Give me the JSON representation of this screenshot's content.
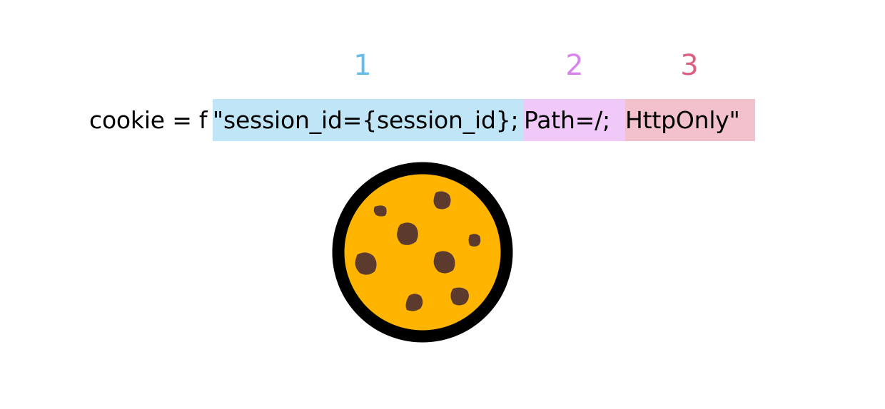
{
  "markers": {
    "one": "1",
    "two": "2",
    "three": "3"
  },
  "code": {
    "prefix": "cookie = f",
    "part1": "\"session_id={session_id}; ",
    "part2": "Path=/; ",
    "part3": "HttpOnly\""
  },
  "colors": {
    "part1_highlight": "#bfe5f7",
    "part2_highlight": "#f0c9f8",
    "part3_highlight": "#f3c1cc",
    "marker1": "#67bde8",
    "marker2": "#d886ee",
    "marker3": "#dc5e80",
    "cookie_fill": "#ffb500",
    "cookie_outline": "#000000",
    "chip": "#5c3a2e"
  },
  "icons": {
    "cookie": "cookie-icon"
  }
}
